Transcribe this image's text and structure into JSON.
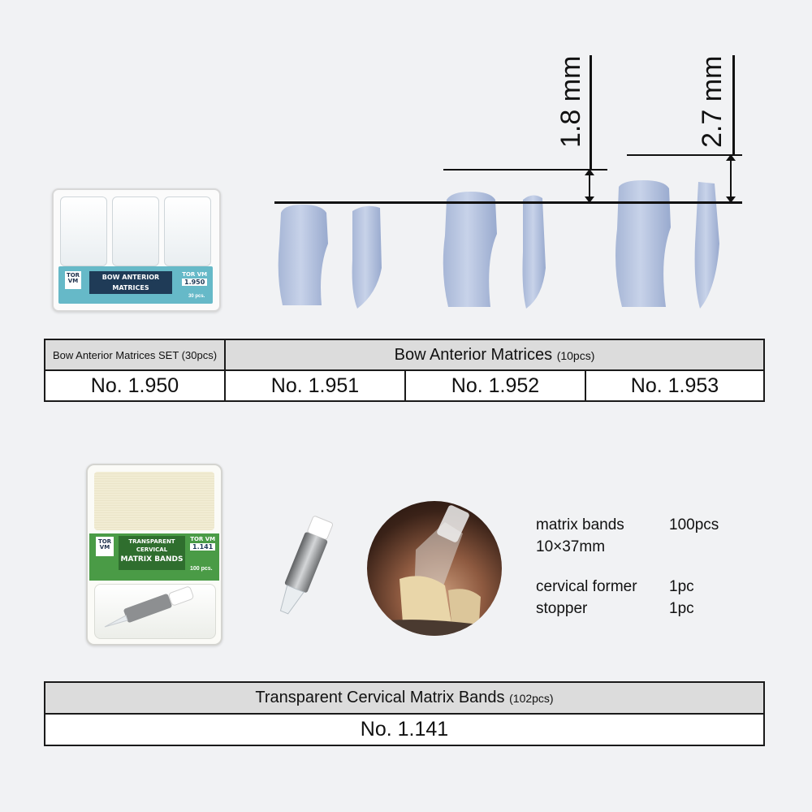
{
  "bow_box": {
    "logo": "TOR VM",
    "name_line1": "BOW ANTERIOR",
    "name_line2": "MATRICES",
    "code_label": "TOR VM",
    "code": "1.950",
    "pcs": "30 pcs."
  },
  "dimensions": {
    "left": "1.8 mm",
    "right": "2.7 mm"
  },
  "bow_table": {
    "set_header": "Bow Anterior Matrices SET (30pcs)",
    "group_header": "Bow Anterior Matrices",
    "group_header_qty": "(10pcs)",
    "items": [
      "No. 1.950",
      "No. 1.951",
      "No. 1.952",
      "No. 1.953"
    ]
  },
  "cervical_box": {
    "logo": "TOR VM",
    "name_line1": "TRANSPARENT",
    "name_line2": "CERVICAL",
    "name_line3": "MATRIX BANDS",
    "code_label": "TOR VM",
    "code": "1.141",
    "pcs": "100 pcs."
  },
  "contents": [
    {
      "name": "matrix bands",
      "qty": "100pcs",
      "extra": "10×37mm"
    },
    {
      "name": "cervical former",
      "qty": "1pc"
    },
    {
      "name": "stopper",
      "qty": "1pc"
    }
  ],
  "cervical_table": {
    "header": "Transparent Cervical Matrix Bands",
    "header_qty": "(102pcs)",
    "item": "No. 1.141"
  },
  "colors": {
    "matrix_blue": "#a9b8d8",
    "bow_label": "#66b9c8",
    "cervical_label": "#4a9b46",
    "table_header": "#dcdcdc"
  }
}
